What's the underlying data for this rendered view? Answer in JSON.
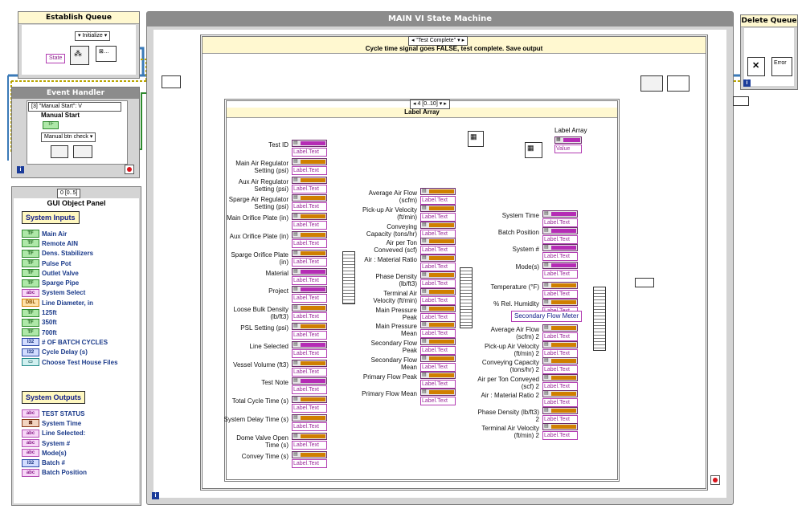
{
  "establish_queue": {
    "title": "Establish Queue",
    "state_label": "State",
    "initialize_label": "Initialize"
  },
  "event_handler": {
    "title": "Event Handler",
    "case_selector": "[3] \"Manual Start\": V",
    "manual_start_label": "Manual Start",
    "manual_start_tag": "TF",
    "manual_btn_check": "Manual btn check"
  },
  "gui_panel": {
    "title": "GUI Object Panel",
    "case_selector": "0 [0..5]",
    "system_inputs_header": "System Inputs",
    "inputs": [
      {
        "tag": "TF",
        "label": "Main Air",
        "type": "bool"
      },
      {
        "tag": "TF",
        "label": "Remote AIN",
        "type": "bool"
      },
      {
        "tag": "TF",
        "label": "Dens. Stabilizers",
        "type": "bool"
      },
      {
        "tag": "TF",
        "label": "Pulse Pot",
        "type": "bool"
      },
      {
        "tag": "TF",
        "label": "Outlet Valve",
        "type": "bool"
      },
      {
        "tag": "TF",
        "label": "Sparge Pipe",
        "type": "bool"
      },
      {
        "tag": "abc",
        "label": "System Select",
        "type": "str"
      },
      {
        "tag": "DBL",
        "label": "Line Diameter, in",
        "type": "dbl"
      },
      {
        "tag": "TF",
        "label": "125ft",
        "type": "bool"
      },
      {
        "tag": "TF",
        "label": "350ft",
        "type": "bool"
      },
      {
        "tag": "TF",
        "label": "700ft",
        "type": "bool"
      },
      {
        "tag": "I32",
        "label": "# OF BATCH CYCLES",
        "type": "num"
      },
      {
        "tag": "I32",
        "label": "Cycle Delay (s)",
        "type": "num"
      },
      {
        "tag": "▭",
        "label": "Choose Test House Files",
        "type": "path"
      }
    ],
    "system_outputs_header": "System Outputs",
    "outputs": [
      {
        "tag": "abc",
        "label": "TEST STATUS",
        "type": "str"
      },
      {
        "tag": "⊠",
        "label": "System Time",
        "type": "err"
      },
      {
        "tag": "abc",
        "label": "Line Selected:",
        "type": "str"
      },
      {
        "tag": "abc",
        "label": "System #",
        "type": "str"
      },
      {
        "tag": "abc",
        "label": "Mode(s)",
        "type": "str"
      },
      {
        "tag": "I32",
        "label": "Batch #",
        "type": "num"
      },
      {
        "tag": "abc",
        "label": "Batch Position",
        "type": "str"
      }
    ]
  },
  "main_vi": {
    "title": "MAIN VI State Machine",
    "case_selector": "\"Test Complete\"",
    "case_comment": "Cycle time signal goes FALSE, test complete. Save output",
    "inner_case_selector": "4 [0..10]",
    "inner_title": "Label Array",
    "label_array_title": "Label Array",
    "label_array_value": "Value",
    "prop_text": "Label.Text",
    "col1": [
      "Test ID",
      "Main Air Regulator Setting (psi)",
      "Aux Air Regulator Setting (psi)",
      "Sparge Air Regulator Setting (psi)",
      "Main Orifice Plate (in)",
      "Aux Orifice Plate (in)",
      "Sparge Orifice Plate (in)",
      "Material",
      "Project",
      "Loose Bulk Density (lb/ft3)",
      "PSL Setting (psi)",
      "Line Selected",
      "Vessel Volume (ft3)",
      "Test Note",
      "Total Cycle Time (s)",
      "System Delay Time (s)",
      "Dome Valve Open Time (s)",
      "Convey Time (s)"
    ],
    "col2": [
      "Average Air Flow (scfm)",
      "Pick-up Air Velocity (ft/min)",
      "Conveying Capacity (tons/hr)",
      "Air per Ton Conveved (scf)",
      "Air : Material Ratio",
      "Phase Density (lb/ft3)",
      "Terminal Air Velocity (ft/min)",
      "Main Pressure Peak",
      "Main Pressure Mean",
      "Secondary Flow Peak",
      "Secondary Flow Mean",
      "Primary Flow Peak",
      "Primary Flow Mean"
    ],
    "col3": [
      "System Time",
      "Batch Position",
      "System #",
      "Mode(s)",
      "Temperature (°F)",
      "% Rel. Humidity"
    ],
    "secondary_header": "Secondary Flow Meter",
    "col3b": [
      "Average Air Flow (scfm) 2",
      "Pick-up Air Velocity (ft/min) 2",
      "Conveying Capacity (tons/hr) 2",
      "Air per Ton Conveyed (scf) 2",
      "Air : Material Ratio 2",
      "Phase Density (lb/ft3) 2",
      "Terminal Air Velocity (ft/min) 2"
    ]
  },
  "delete_queue": {
    "title": "Delete Queue",
    "error_label": "Error"
  },
  "colors": {
    "frame_gray": "#d4d4d4",
    "string_wire": "#e040e0",
    "refnum_wire": "#2a6ab0",
    "bool_wire": "#2d8a2d",
    "error_wire": "#c8b400",
    "queue_wire": "#3a7ab8"
  }
}
